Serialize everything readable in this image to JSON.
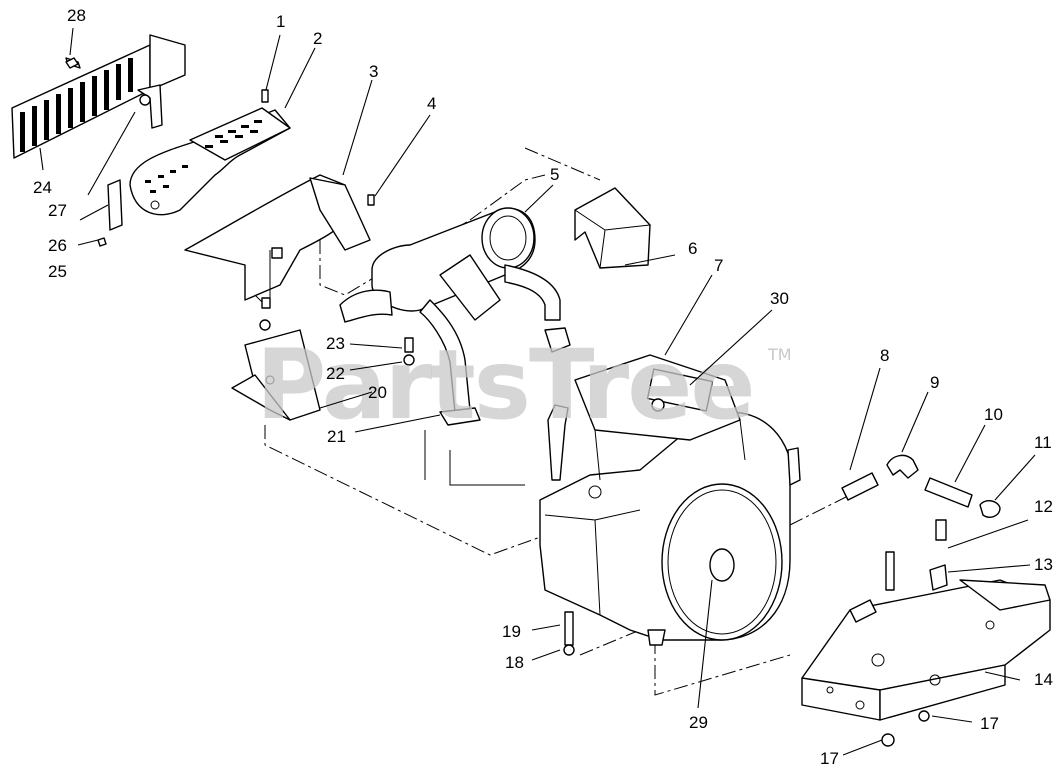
{
  "watermark": {
    "brand": "PartsTree",
    "trademark": "TM"
  },
  "callouts": [
    {
      "id": "c1",
      "label": "1"
    },
    {
      "id": "c2",
      "label": "2"
    },
    {
      "id": "c3",
      "label": "3"
    },
    {
      "id": "c4",
      "label": "4"
    },
    {
      "id": "c5",
      "label": "5"
    },
    {
      "id": "c6",
      "label": "6"
    },
    {
      "id": "c7",
      "label": "7"
    },
    {
      "id": "c8",
      "label": "8"
    },
    {
      "id": "c9",
      "label": "9"
    },
    {
      "id": "c10",
      "label": "10"
    },
    {
      "id": "c11",
      "label": "11"
    },
    {
      "id": "c12",
      "label": "12"
    },
    {
      "id": "c13",
      "label": "13"
    },
    {
      "id": "c14",
      "label": "14"
    },
    {
      "id": "c17a",
      "label": "17"
    },
    {
      "id": "c17b",
      "label": "17"
    },
    {
      "id": "c18",
      "label": "18"
    },
    {
      "id": "c19",
      "label": "19"
    },
    {
      "id": "c20",
      "label": "20"
    },
    {
      "id": "c21",
      "label": "21"
    },
    {
      "id": "c22",
      "label": "22"
    },
    {
      "id": "c23",
      "label": "23"
    },
    {
      "id": "c24",
      "label": "24"
    },
    {
      "id": "c25",
      "label": "25"
    },
    {
      "id": "c26",
      "label": "26"
    },
    {
      "id": "c27",
      "label": "27"
    },
    {
      "id": "c28",
      "label": "28"
    },
    {
      "id": "c29",
      "label": "29"
    },
    {
      "id": "c30",
      "label": "30"
    }
  ]
}
